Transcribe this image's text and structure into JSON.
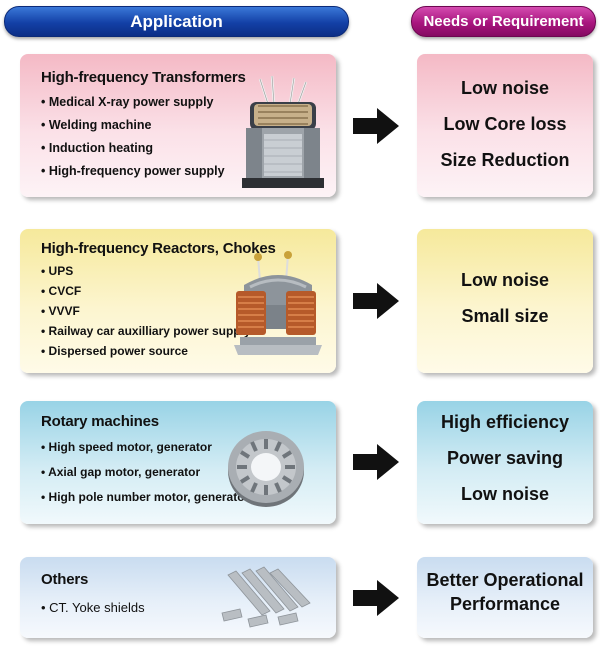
{
  "headers": {
    "application": "Application",
    "needs": "Needs or Requirement"
  },
  "rows": [
    {
      "title": "High-frequency Transformers",
      "items": [
        "Medical X-ray power supply",
        "Welding machine",
        "Induction heating",
        "High-frequency power supply"
      ],
      "image": "transformer-image",
      "needs": [
        "Low noise",
        "Low Core loss",
        "Size Reduction"
      ]
    },
    {
      "title": "High-frequency Reactors, Chokes",
      "items": [
        "UPS",
        "CVCF",
        "VVVF",
        "Railway car auxilliary power supply",
        "Dispersed power source"
      ],
      "image": "reactor-choke-image",
      "needs": [
        "Low noise",
        "Small size"
      ]
    },
    {
      "title": "Rotary machines",
      "items": [
        "High speed motor, generator",
        "Axial gap motor, generator",
        "High pole number motor, generator"
      ],
      "image": "stator-core-image",
      "needs": [
        "High efficiency",
        "Power saving",
        "Low noise"
      ]
    },
    {
      "title": "Others",
      "items": [
        "CT. Yoke shields"
      ],
      "image": "yoke-shield-plates-image",
      "needs": [
        "Better Operational",
        "Performance"
      ]
    }
  ],
  "colors": {
    "application_header": "#1340a6",
    "needs_header": "#a8157e",
    "row1": "#f4b9c5",
    "row2": "#f6e99b",
    "row3": "#98d3e6",
    "row4": "#c9dcf0"
  }
}
